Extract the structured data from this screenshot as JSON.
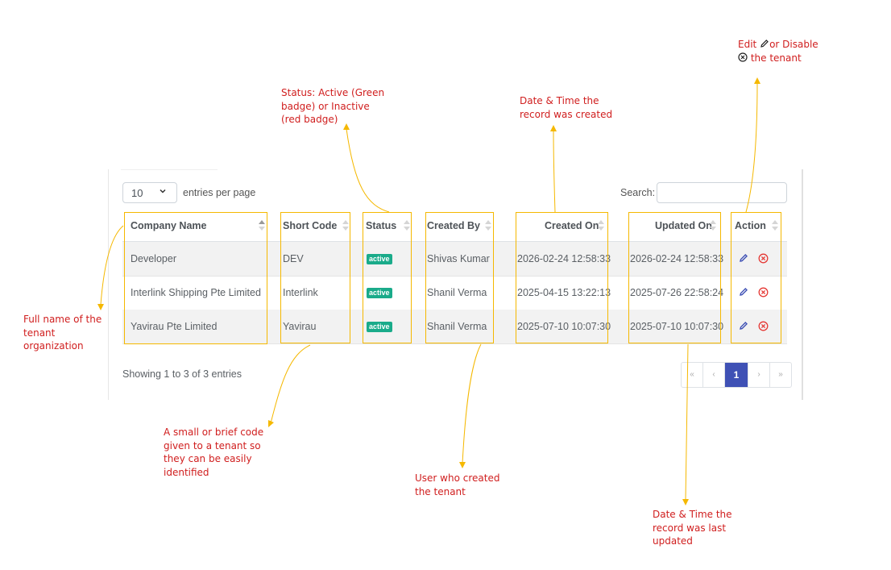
{
  "controls": {
    "entries_value": "10",
    "entries_label": "entries per page",
    "search_label": "Search:",
    "search_value": ""
  },
  "columns": [
    "Company Name",
    "Short Code",
    "Status",
    "Created By",
    "Created On",
    "Updated On",
    "Action"
  ],
  "rows": [
    {
      "company": "Developer",
      "code": "DEV",
      "status": "active",
      "created_by": "Shivas Kumar",
      "created_on": "2026-02-24 12:58:33",
      "updated_on": "2026-02-24 12:58:33"
    },
    {
      "company": "Interlink Shipping Pte Limited",
      "code": "Interlink",
      "status": "active",
      "created_by": "Shanil Verma",
      "created_on": "2025-04-15 13:22:13",
      "updated_on": "2025-07-26 22:58:24"
    },
    {
      "company": "Yavirau Pte Limited",
      "code": "Yavirau",
      "status": "active",
      "created_by": "Shanil Verma",
      "created_on": "2025-07-10 10:07:30",
      "updated_on": "2025-07-10 10:07:30"
    }
  ],
  "footer": {
    "info": "Showing 1 to 3 of 3 entries",
    "pager": [
      "«",
      "‹",
      "1",
      "›",
      "»"
    ]
  },
  "annotations": {
    "action_a": "Edit ",
    "action_b": "or Disable",
    "action_c": "the tenant",
    "status_1": "Status: Active (Green",
    "status_2": "badge) or Inactive",
    "status_3": "(red badge)",
    "created_1": "Date & Time the",
    "created_2": "record was created",
    "company_1": "Full name of the",
    "company_2": "tenant",
    "company_3": "organization",
    "code_1": "A small or brief code",
    "code_2": "given to a tenant so",
    "code_3": "they can be easily",
    "code_4": "identified",
    "user_1": "User who created",
    "user_2": "the tenant",
    "updated_1": "Date & Time the",
    "updated_2": "record was last",
    "updated_3": "updated"
  },
  "colors": {
    "badge_active": "#1aab8a",
    "pager_active": "#3f51b5",
    "edit_icon": "#3f51b5",
    "disable_icon": "#e53935",
    "highlight": "#f5b800",
    "annotation_text": "#d01e1e"
  },
  "icons": [
    "pencil-icon",
    "close-circle-icon",
    "chevron-down-icon",
    "sort-icon"
  ]
}
